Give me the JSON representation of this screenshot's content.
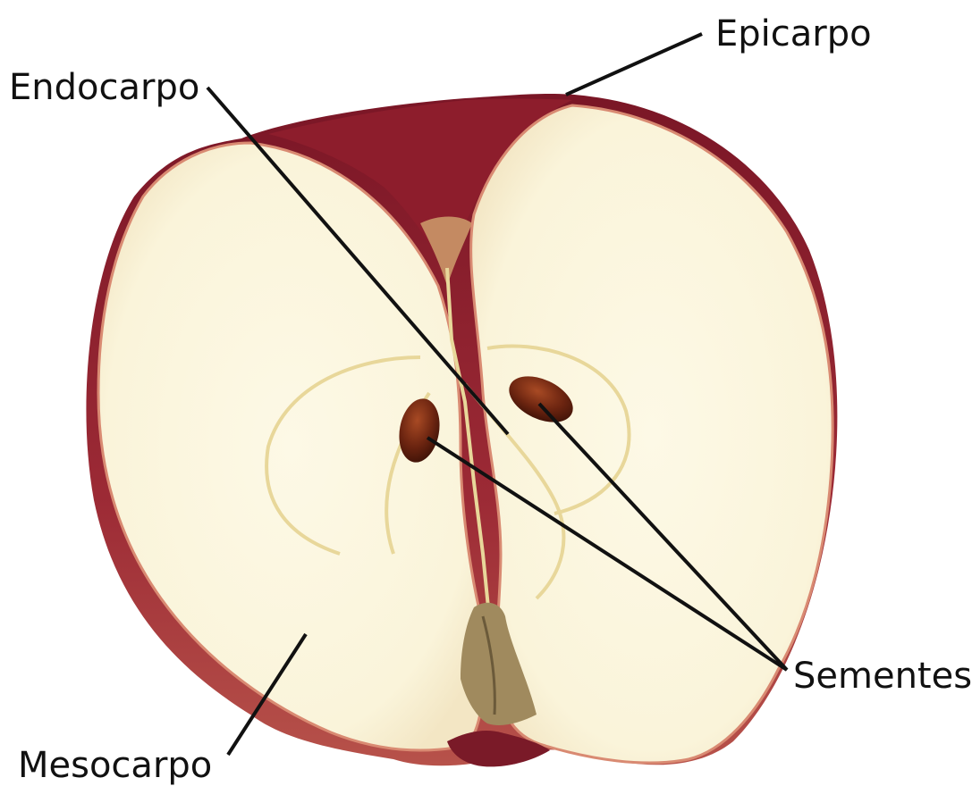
{
  "labels": {
    "epicarpo": "Epicarpo",
    "endocarpo": "Endocarpo",
    "sementes": "Sementes",
    "mesocarpo": "Mesocarpo"
  },
  "colors": {
    "skin": "#8e1f2e",
    "flesh": "#fbf6df",
    "core": "#efe3ae",
    "seed": "#6b2410",
    "leader_line": "#111111"
  }
}
